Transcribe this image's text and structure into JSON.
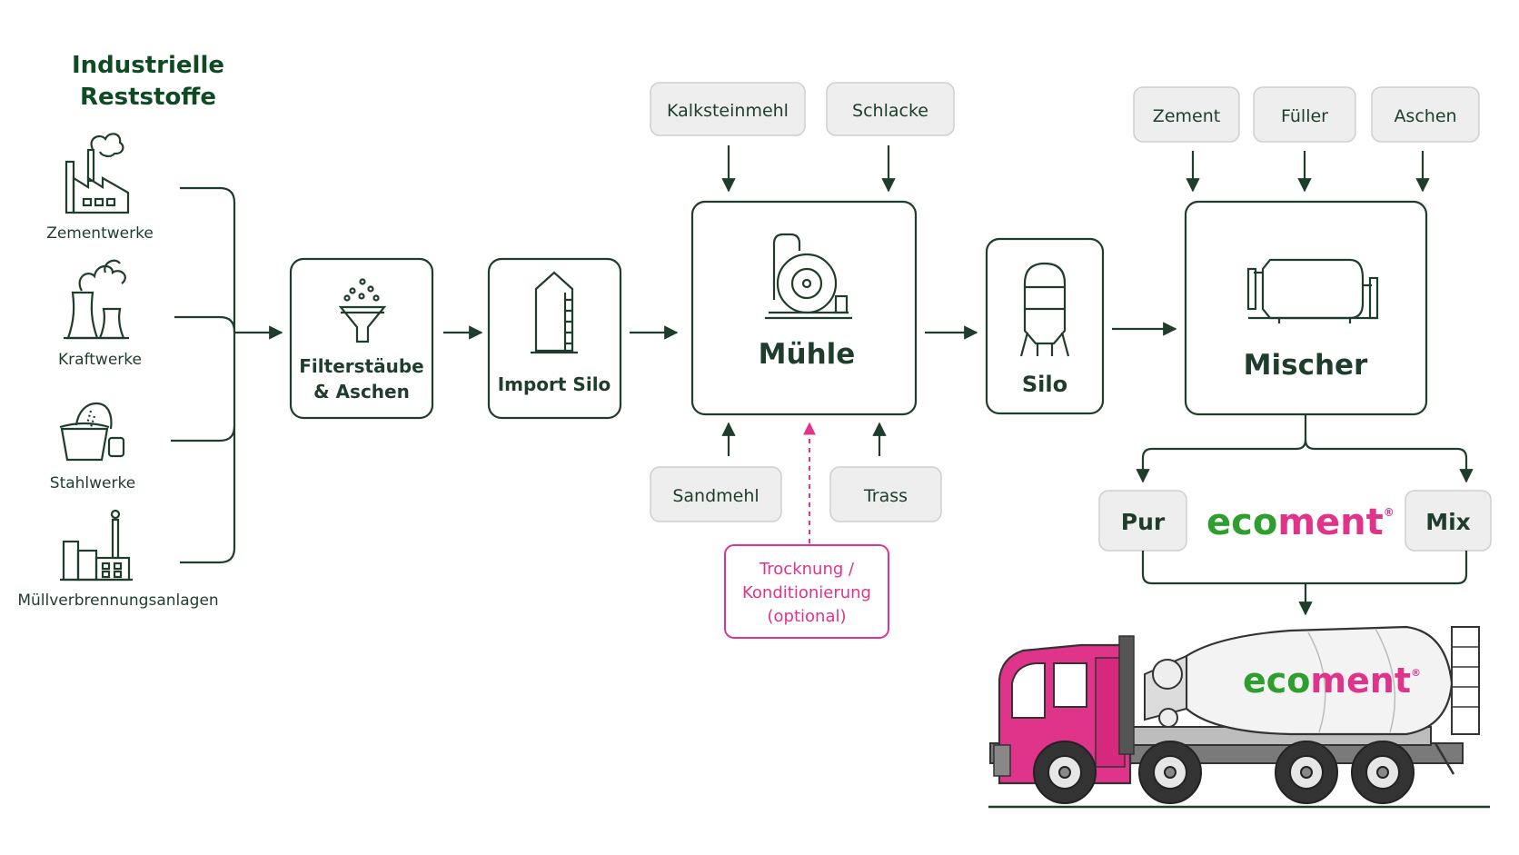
{
  "sources": {
    "title_line1": "Industrielle",
    "title_line2": "Reststoffe",
    "items": [
      "Zementwerke",
      "Kraftwerke",
      "Stahlwerke",
      "Müllverbrennungsanlagen"
    ],
    "icons": [
      "factory-icon",
      "power-plant-icon",
      "steel-ladle-icon",
      "incineration-plant-icon"
    ]
  },
  "process": {
    "filter_line1": "Filterstäube",
    "filter_line2": "& Aschen",
    "import_silo": "Import Silo",
    "muehle": "Mühle",
    "silo": "Silo",
    "mischer": "Mischer"
  },
  "mill_inputs": {
    "top": [
      "Kalksteinmehl",
      "Schlacke"
    ],
    "bottom": [
      "Sandmehl",
      "Trass"
    ]
  },
  "optional_step": {
    "line1": "Trocknung /",
    "line2": "Konditionierung",
    "line3": "(optional)"
  },
  "mixer_inputs": [
    "Zement",
    "Füller",
    "Aschen"
  ],
  "outputs": {
    "left": "Pur",
    "right": "Mix"
  },
  "brand": {
    "name_eco": "eco",
    "name_ment": "ment",
    "reg": "®"
  },
  "colors": {
    "dark_green": "#1f3d2b",
    "brand_green": "#2e9e2e",
    "pink": "#e0338a",
    "box_fill": "#eeeeee"
  }
}
